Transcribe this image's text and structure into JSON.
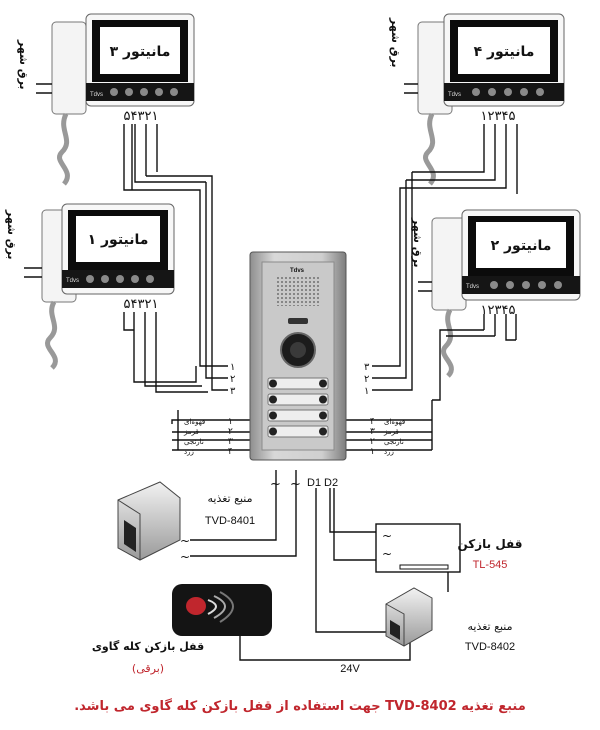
{
  "monitors": [
    {
      "id": "m3",
      "title": "مانیتور ۳",
      "side_label": "برق شهر",
      "brand": "Tdvs",
      "terminals": "۵۴۳۲۱"
    },
    {
      "id": "m4",
      "title": "مانیتور ۴",
      "side_label": "برق شهر",
      "brand": "Tdvs",
      "terminals": "۱۲۳۴۵"
    },
    {
      "id": "m1",
      "title": "مانیتور ۱",
      "side_label": "برق شهر",
      "brand": "Tdvs",
      "terminals": "۵۴۳۲۱"
    },
    {
      "id": "m2",
      "title": "مانیتور ۲",
      "side_label": "برق شهر",
      "brand": "Tdvs",
      "terminals": "۱۲۳۴۵"
    }
  ],
  "panel": {
    "logo": "Tdvs"
  },
  "left_bus_numbers": [
    "۱",
    "۲",
    "۳"
  ],
  "right_bus_numbers": [
    "۳",
    "۲",
    "۱"
  ],
  "left_wire_labels": [
    {
      "name": "قهوه‌ای",
      "num": "۱"
    },
    {
      "name": "قرمز",
      "num": "۲"
    },
    {
      "name": "نارنجی",
      "num": "۳"
    },
    {
      "name": "زرد",
      "num": "۴"
    }
  ],
  "right_wire_labels": [
    {
      "name": "قهوه‌ای",
      "num": "۴"
    },
    {
      "name": "قرمز",
      "num": "۳"
    },
    {
      "name": "نارنجی",
      "num": "۲"
    },
    {
      "name": "زرد",
      "num": "۱"
    }
  ],
  "panel_terminals": [
    "~",
    "~",
    "D1",
    "D2"
  ],
  "supply1": {
    "label": "منبع تغذیه",
    "model": "TVD-8401",
    "input_symbols": [
      "~",
      "~"
    ]
  },
  "lock": {
    "label": "قفل بازکن",
    "model": "TL-545",
    "symbols": [
      "~",
      "~"
    ]
  },
  "supply2": {
    "label": "منبع تغذیه",
    "model": "TVD-8402"
  },
  "gavi_lock": {
    "label": "قفل بازکن کله گاوی",
    "sublabel": "(برقی)"
  },
  "voltage_label": "24V",
  "footer_note": "منبع تغذیه TVD-8402 جهت استفاده از قفل بازکن کله گاوی می باشد.",
  "colors": {
    "accent_red": "#c0262d",
    "wire": "#111111",
    "panel": "#b8b8b8"
  }
}
